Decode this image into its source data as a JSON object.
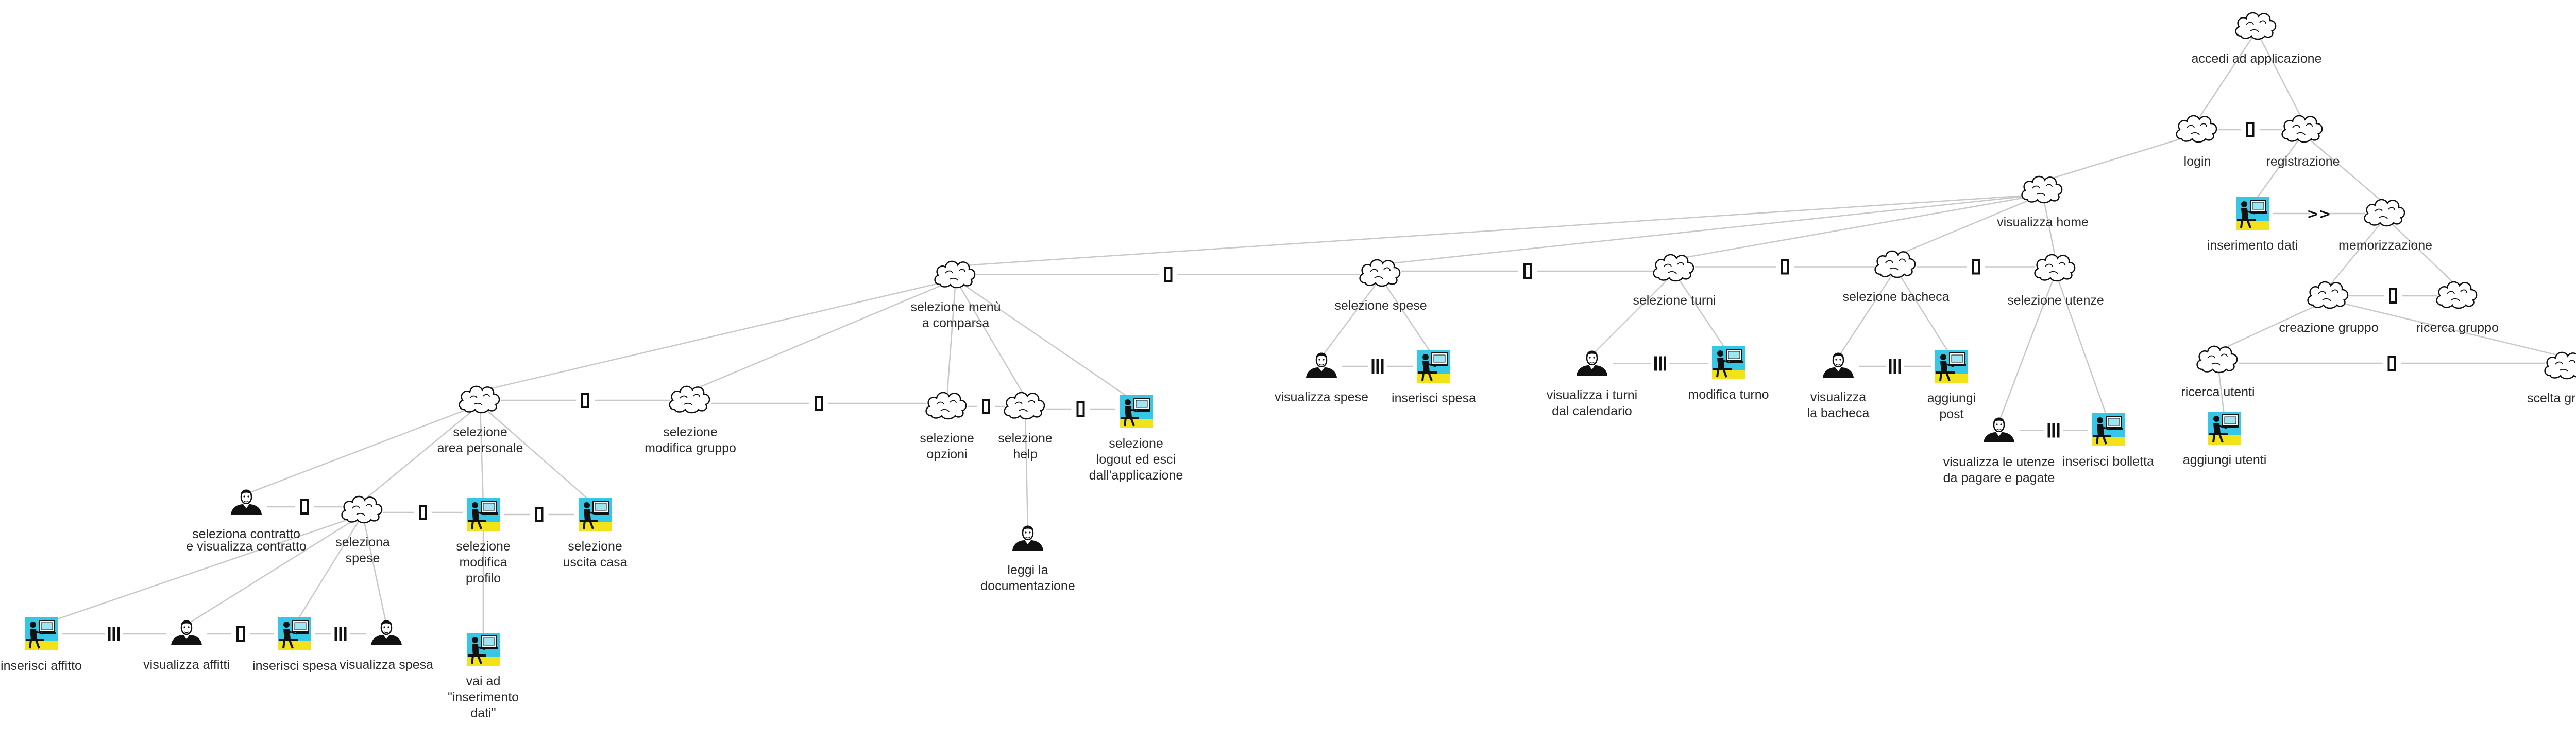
{
  "diagram": {
    "nodes": [
      {
        "id": "accedi",
        "type": "abstract",
        "label": [
          "accedi ad applicazione"
        ]
      },
      {
        "id": "login",
        "type": "abstract",
        "label": [
          "login"
        ]
      },
      {
        "id": "registrazione",
        "type": "abstract",
        "label": [
          "registrazione"
        ]
      },
      {
        "id": "inserimento_dati",
        "type": "interaction",
        "label": [
          "inserimento dati"
        ]
      },
      {
        "id": "memorizzazione",
        "type": "abstract",
        "label": [
          "memorizzazione"
        ]
      },
      {
        "id": "creazione_gruppo",
        "type": "abstract",
        "label": [
          "creazione gruppo"
        ]
      },
      {
        "id": "ricerca_gruppo",
        "type": "abstract",
        "label": [
          "ricerca gruppo"
        ]
      },
      {
        "id": "ricerca_utenti",
        "type": "abstract",
        "label": [
          "ricerca utenti"
        ]
      },
      {
        "id": "scelta_gruppo",
        "type": "abstract",
        "label": [
          "scelta gruppo"
        ]
      },
      {
        "id": "aggiungi_utenti",
        "type": "interaction",
        "label": [
          "aggiungi utenti"
        ]
      },
      {
        "id": "visualizza_home",
        "type": "abstract",
        "label": [
          "visualizza home"
        ]
      },
      {
        "id": "selezione_menu",
        "type": "abstract",
        "label": [
          "selezione menù",
          "a comparsa"
        ]
      },
      {
        "id": "selezione_spese",
        "type": "abstract",
        "label": [
          "selezione spese"
        ]
      },
      {
        "id": "selezione_turni",
        "type": "abstract",
        "label": [
          "selezione turni"
        ]
      },
      {
        "id": "selezione_bacheca",
        "type": "abstract",
        "label": [
          "selezione bacheca"
        ]
      },
      {
        "id": "selezione_utenze",
        "type": "abstract",
        "label": [
          "selezione utenze"
        ]
      },
      {
        "id": "visualizza_spese",
        "type": "application",
        "label": [
          "visualizza spese"
        ]
      },
      {
        "id": "inserisci_spesa_top",
        "type": "interaction",
        "label": [
          "inserisci spesa"
        ]
      },
      {
        "id": "visualizza_turni",
        "type": "application",
        "label": [
          "visualizza i turni",
          "dal calendario"
        ]
      },
      {
        "id": "modifica_turno",
        "type": "interaction",
        "label": [
          "modifica turno"
        ]
      },
      {
        "id": "visualizza_bacheca",
        "type": "application",
        "label": [
          "visualizza",
          "la bacheca"
        ]
      },
      {
        "id": "aggiungi_post",
        "type": "interaction",
        "label": [
          "aggiungi",
          "post"
        ]
      },
      {
        "id": "visualizza_utenze",
        "type": "application",
        "label": [
          "visualizza le utenze",
          "da pagare e pagate"
        ]
      },
      {
        "id": "inserisci_bolletta",
        "type": "interaction",
        "label": [
          "inserisci bolletta"
        ]
      },
      {
        "id": "sel_area_personale",
        "type": "abstract",
        "label": [
          "selezione",
          "area personale"
        ]
      },
      {
        "id": "sel_modifica_gruppo",
        "type": "abstract",
        "label": [
          "selezione",
          "modifica gruppo"
        ]
      },
      {
        "id": "sel_opzioni",
        "type": "abstract",
        "label": [
          "selezione",
          "opzioni"
        ]
      },
      {
        "id": "sel_help",
        "type": "abstract",
        "label": [
          "selezione",
          "help"
        ]
      },
      {
        "id": "sel_logout",
        "type": "interaction",
        "label": [
          "selezione",
          "logout ed esci",
          "dall'applicazione"
        ]
      },
      {
        "id": "leggi_doc",
        "type": "application",
        "label": [
          "leggi la",
          "documentazione"
        ]
      },
      {
        "id": "sel_contratto",
        "type": "application",
        "label": [
          "seleziona contratto",
          "e visualizza contratto"
        ]
      },
      {
        "id": "seleziona_spese",
        "type": "abstract",
        "label": [
          "seleziona",
          "spese"
        ]
      },
      {
        "id": "sel_modifica_profilo",
        "type": "interaction",
        "label": [
          "selezione",
          "modifica",
          "profilo"
        ]
      },
      {
        "id": "sel_uscita_casa",
        "type": "interaction",
        "label": [
          "selezione",
          "uscita casa"
        ]
      },
      {
        "id": "vai_inserimento",
        "type": "interaction",
        "label": [
          "vai ad",
          "\"inserimento",
          "dati\""
        ]
      },
      {
        "id": "inserisci_affitto",
        "type": "interaction",
        "label": [
          "inserisci affitto"
        ]
      },
      {
        "id": "visualizza_affitti",
        "type": "application",
        "label": [
          "visualizza affitti"
        ]
      },
      {
        "id": "inserisci_spesa_low",
        "type": "interaction",
        "label": [
          "inserisci spesa"
        ]
      },
      {
        "id": "visualizza_spesa",
        "type": "application",
        "label": [
          "visualizza spesa"
        ]
      }
    ],
    "edges": [
      [
        "accedi",
        "login"
      ],
      [
        "accedi",
        "registrazione"
      ],
      [
        "registrazione",
        "inserimento_dati"
      ],
      [
        "registrazione",
        "memorizzazione"
      ],
      [
        "memorizzazione",
        "creazione_gruppo"
      ],
      [
        "memorizzazione",
        "ricerca_gruppo"
      ],
      [
        "creazione_gruppo",
        "ricerca_utenti"
      ],
      [
        "creazione_gruppo",
        "scelta_gruppo"
      ],
      [
        "ricerca_utenti",
        "aggiungi_utenti"
      ],
      [
        "login",
        "visualizza_home"
      ],
      [
        "visualizza_home",
        "selezione_menu"
      ],
      [
        "visualizza_home",
        "selezione_spese"
      ],
      [
        "visualizza_home",
        "selezione_turni"
      ],
      [
        "visualizza_home",
        "selezione_bacheca"
      ],
      [
        "visualizza_home",
        "selezione_utenze"
      ],
      [
        "selezione_spese",
        "visualizza_spese"
      ],
      [
        "selezione_spese",
        "inserisci_spesa_top"
      ],
      [
        "selezione_turni",
        "visualizza_turni"
      ],
      [
        "selezione_turni",
        "modifica_turno"
      ],
      [
        "selezione_bacheca",
        "visualizza_bacheca"
      ],
      [
        "selezione_bacheca",
        "aggiungi_post"
      ],
      [
        "selezione_utenze",
        "visualizza_utenze"
      ],
      [
        "selezione_utenze",
        "inserisci_bolletta"
      ],
      [
        "selezione_menu",
        "sel_area_personale"
      ],
      [
        "selezione_menu",
        "sel_modifica_gruppo"
      ],
      [
        "selezione_menu",
        "sel_opzioni"
      ],
      [
        "selezione_menu",
        "sel_help"
      ],
      [
        "selezione_menu",
        "sel_logout"
      ],
      [
        "sel_help",
        "leggi_doc"
      ],
      [
        "sel_area_personale",
        "sel_contratto"
      ],
      [
        "sel_area_personale",
        "seleziona_spese"
      ],
      [
        "sel_area_personale",
        "sel_modifica_profilo"
      ],
      [
        "sel_area_personale",
        "sel_uscita_casa"
      ],
      [
        "sel_modifica_profilo",
        "vai_inserimento"
      ],
      [
        "seleziona_spese",
        "inserisci_affitto"
      ],
      [
        "seleziona_spese",
        "visualizza_affitti"
      ],
      [
        "seleziona_spese",
        "inserisci_spesa_low"
      ],
      [
        "seleziona_spese",
        "visualizza_spesa"
      ]
    ],
    "operators": [
      {
        "type": "choice",
        "from": "login",
        "to": "registrazione"
      },
      {
        "type": "enabling",
        "symbol": ">>",
        "from": "inserimento_dati",
        "to": "memorizzazione"
      },
      {
        "type": "choice",
        "from": "creazione_gruppo",
        "to": "ricerca_gruppo"
      },
      {
        "type": "choice",
        "from": "ricerca_utenti",
        "to": "scelta_gruppo"
      },
      {
        "type": "choice",
        "from": "selezione_menu",
        "to": "selezione_spese"
      },
      {
        "type": "choice",
        "from": "selezione_spese",
        "to": "selezione_turni"
      },
      {
        "type": "choice",
        "from": "selezione_turni",
        "to": "selezione_bacheca"
      },
      {
        "type": "choice",
        "from": "selezione_bacheca",
        "to": "selezione_utenze"
      },
      {
        "type": "interleaving",
        "from": "visualizza_spese",
        "to": "inserisci_spesa_top"
      },
      {
        "type": "interleaving",
        "from": "visualizza_turni",
        "to": "modifica_turno"
      },
      {
        "type": "interleaving",
        "from": "visualizza_bacheca",
        "to": "aggiungi_post"
      },
      {
        "type": "interleaving",
        "from": "visualizza_utenze",
        "to": "inserisci_bolletta"
      },
      {
        "type": "choice",
        "from": "sel_area_personale",
        "to": "sel_modifica_gruppo"
      },
      {
        "type": "choice",
        "from": "sel_modifica_gruppo",
        "to": "sel_opzioni"
      },
      {
        "type": "choice",
        "from": "sel_opzioni",
        "to": "sel_help"
      },
      {
        "type": "choice",
        "from": "sel_help",
        "to": "sel_logout"
      },
      {
        "type": "choice",
        "from": "sel_contratto",
        "to": "seleziona_spese"
      },
      {
        "type": "choice",
        "from": "seleziona_spese",
        "to": "sel_modifica_profilo"
      },
      {
        "type": "choice",
        "from": "sel_modifica_profilo",
        "to": "sel_uscita_casa"
      },
      {
        "type": "interleaving",
        "from": "inserisci_affitto",
        "to": "visualizza_affitti"
      },
      {
        "type": "choice",
        "from": "visualizza_affitti",
        "to": "inserisci_spesa_low"
      },
      {
        "type": "interleaving",
        "from": "inserisci_spesa_low",
        "to": "visualizza_spesa"
      }
    ]
  }
}
